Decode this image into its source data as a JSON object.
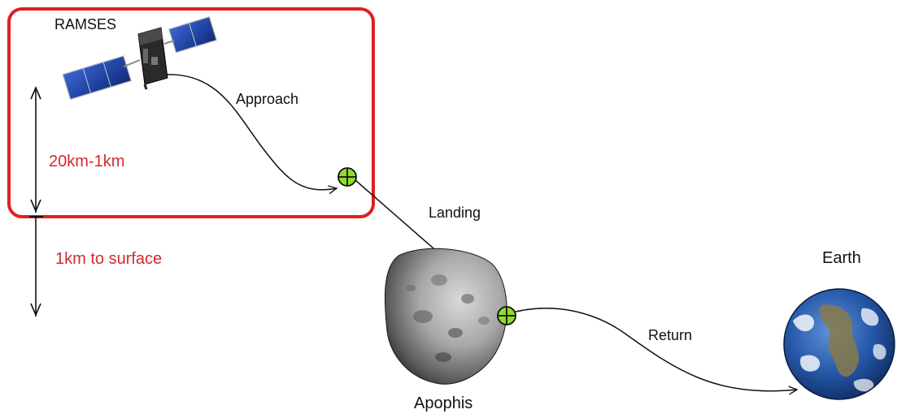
{
  "labels": {
    "spacecraft": "RAMSES",
    "approach": "Approach",
    "landing": "Landing",
    "return": "Return",
    "asteroid": "Apophis",
    "earth": "Earth",
    "range_upper": "20km-1km",
    "range_lower": "1km to surface"
  },
  "colors": {
    "highlight_frame": "#e02020",
    "range_text": "#d42a2a",
    "waypoint_fill": "#8fdc2a",
    "path": "#111111",
    "solar_panel": "#1b3fa8",
    "earth_ocean": "#1c4fa0",
    "asteroid": "#8a8a8a"
  },
  "icons": {
    "spacecraft": "satellite-icon",
    "waypoint": "crosshair-circle-icon",
    "asteroid": "asteroid-icon",
    "earth": "earth-globe-icon"
  }
}
